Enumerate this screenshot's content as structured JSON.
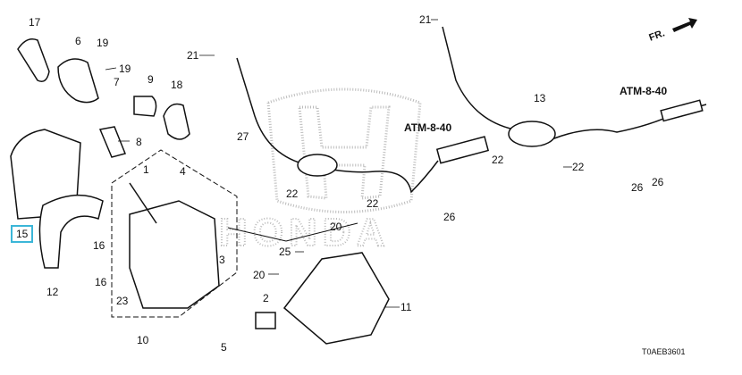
{
  "diagram": {
    "title_code": "T0AEB3601",
    "direction_marker": "FR.",
    "watermark": "HONDA",
    "highlight_color": "#3bb6d8",
    "callouts": [
      {
        "id": "c17",
        "text": "17"
      },
      {
        "id": "c6",
        "text": "6"
      },
      {
        "id": "c19a",
        "text": "19"
      },
      {
        "id": "c19b",
        "text": "19"
      },
      {
        "id": "c7",
        "text": "7"
      },
      {
        "id": "c9",
        "text": "9"
      },
      {
        "id": "c18",
        "text": "18"
      },
      {
        "id": "c8",
        "text": "8"
      },
      {
        "id": "c21a",
        "text": "21"
      },
      {
        "id": "c27",
        "text": "27"
      },
      {
        "id": "c1",
        "text": "1"
      },
      {
        "id": "c4",
        "text": "4"
      },
      {
        "id": "c15",
        "text": "15"
      },
      {
        "id": "c16a",
        "text": "16"
      },
      {
        "id": "c16b",
        "text": "16"
      },
      {
        "id": "c12",
        "text": "12"
      },
      {
        "id": "c3",
        "text": "3"
      },
      {
        "id": "c23",
        "text": "23"
      },
      {
        "id": "c10",
        "text": "10"
      },
      {
        "id": "c5",
        "text": "5"
      },
      {
        "id": "c2",
        "text": "2"
      },
      {
        "id": "c20a",
        "text": "20"
      },
      {
        "id": "c25",
        "text": "25"
      },
      {
        "id": "c20b",
        "text": "20"
      },
      {
        "id": "c11",
        "text": "11"
      },
      {
        "id": "c22a",
        "text": "22"
      },
      {
        "id": "c22b",
        "text": "22"
      },
      {
        "id": "c21b",
        "text": "21"
      },
      {
        "id": "c13",
        "text": "13"
      },
      {
        "id": "c22c",
        "text": "22"
      },
      {
        "id": "c22d",
        "text": "22"
      },
      {
        "id": "c26a",
        "text": "26"
      },
      {
        "id": "c26b",
        "text": "26"
      },
      {
        "id": "c26c",
        "text": "26"
      }
    ],
    "references": [
      "ATM-8-40",
      "ATM-8-40"
    ]
  }
}
